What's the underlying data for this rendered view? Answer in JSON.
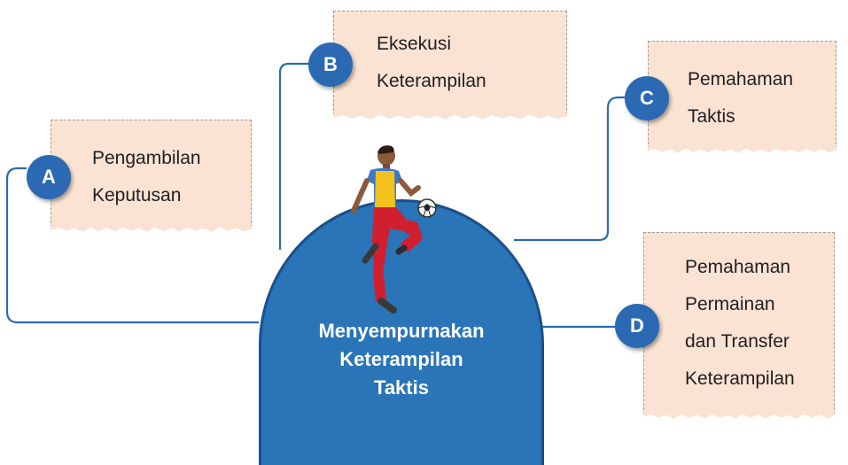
{
  "center": {
    "title_lines": [
      "Menyempurnakan",
      "Keterampilan",
      "Taktis"
    ]
  },
  "nodes": [
    {
      "letter": "A",
      "lines": [
        "Pengambilan",
        "Keputusan"
      ]
    },
    {
      "letter": "B",
      "lines": [
        "Eksekusi",
        "Keterampilan"
      ]
    },
    {
      "letter": "C",
      "lines": [
        "Pemahaman",
        "Taktis"
      ]
    },
    {
      "letter": "D",
      "lines": [
        "Pemahaman",
        "Permainan",
        "dan Transfer",
        "Keterampilan"
      ]
    }
  ],
  "colors": {
    "badge": "#2b6ab3",
    "circle": "#2a74b8",
    "card": "#fbe3d3",
    "connector": "#2b6ab3"
  },
  "icons": [
    "soccer-player-juggling-ball-illustration"
  ]
}
